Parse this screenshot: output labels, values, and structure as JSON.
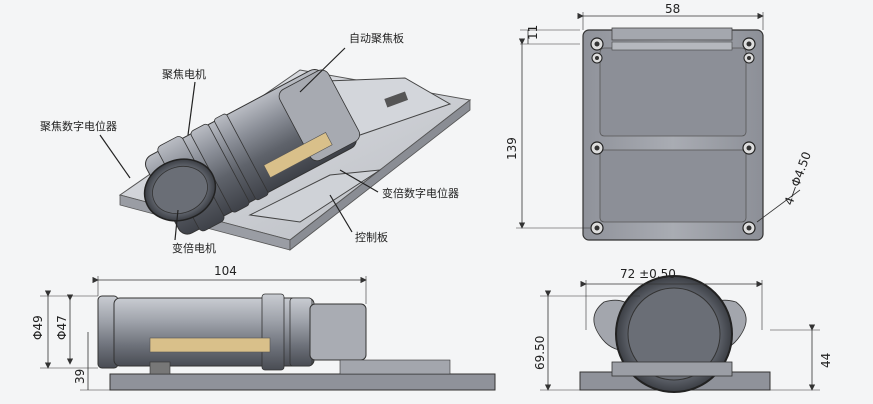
{
  "labels": {
    "autofocus_board": "自动聚焦板",
    "focus_motor": "聚焦电机",
    "focus_digital_pot": "聚焦数字电位器",
    "zoom_digital_pot": "变倍数字电位器",
    "control_board": "控制板",
    "zoom_motor": "变倍电机"
  },
  "dimensions": {
    "top_width": "58",
    "top_small": "11",
    "top_height": "139",
    "hole_spec": "4—Φ4.50",
    "side_length": "104",
    "side_dia_outer": "Φ49",
    "side_dia_inner": "Φ47",
    "side_base": "39",
    "front_width": "72 ±0.50",
    "front_height": "69.50",
    "front_axis": "44"
  }
}
